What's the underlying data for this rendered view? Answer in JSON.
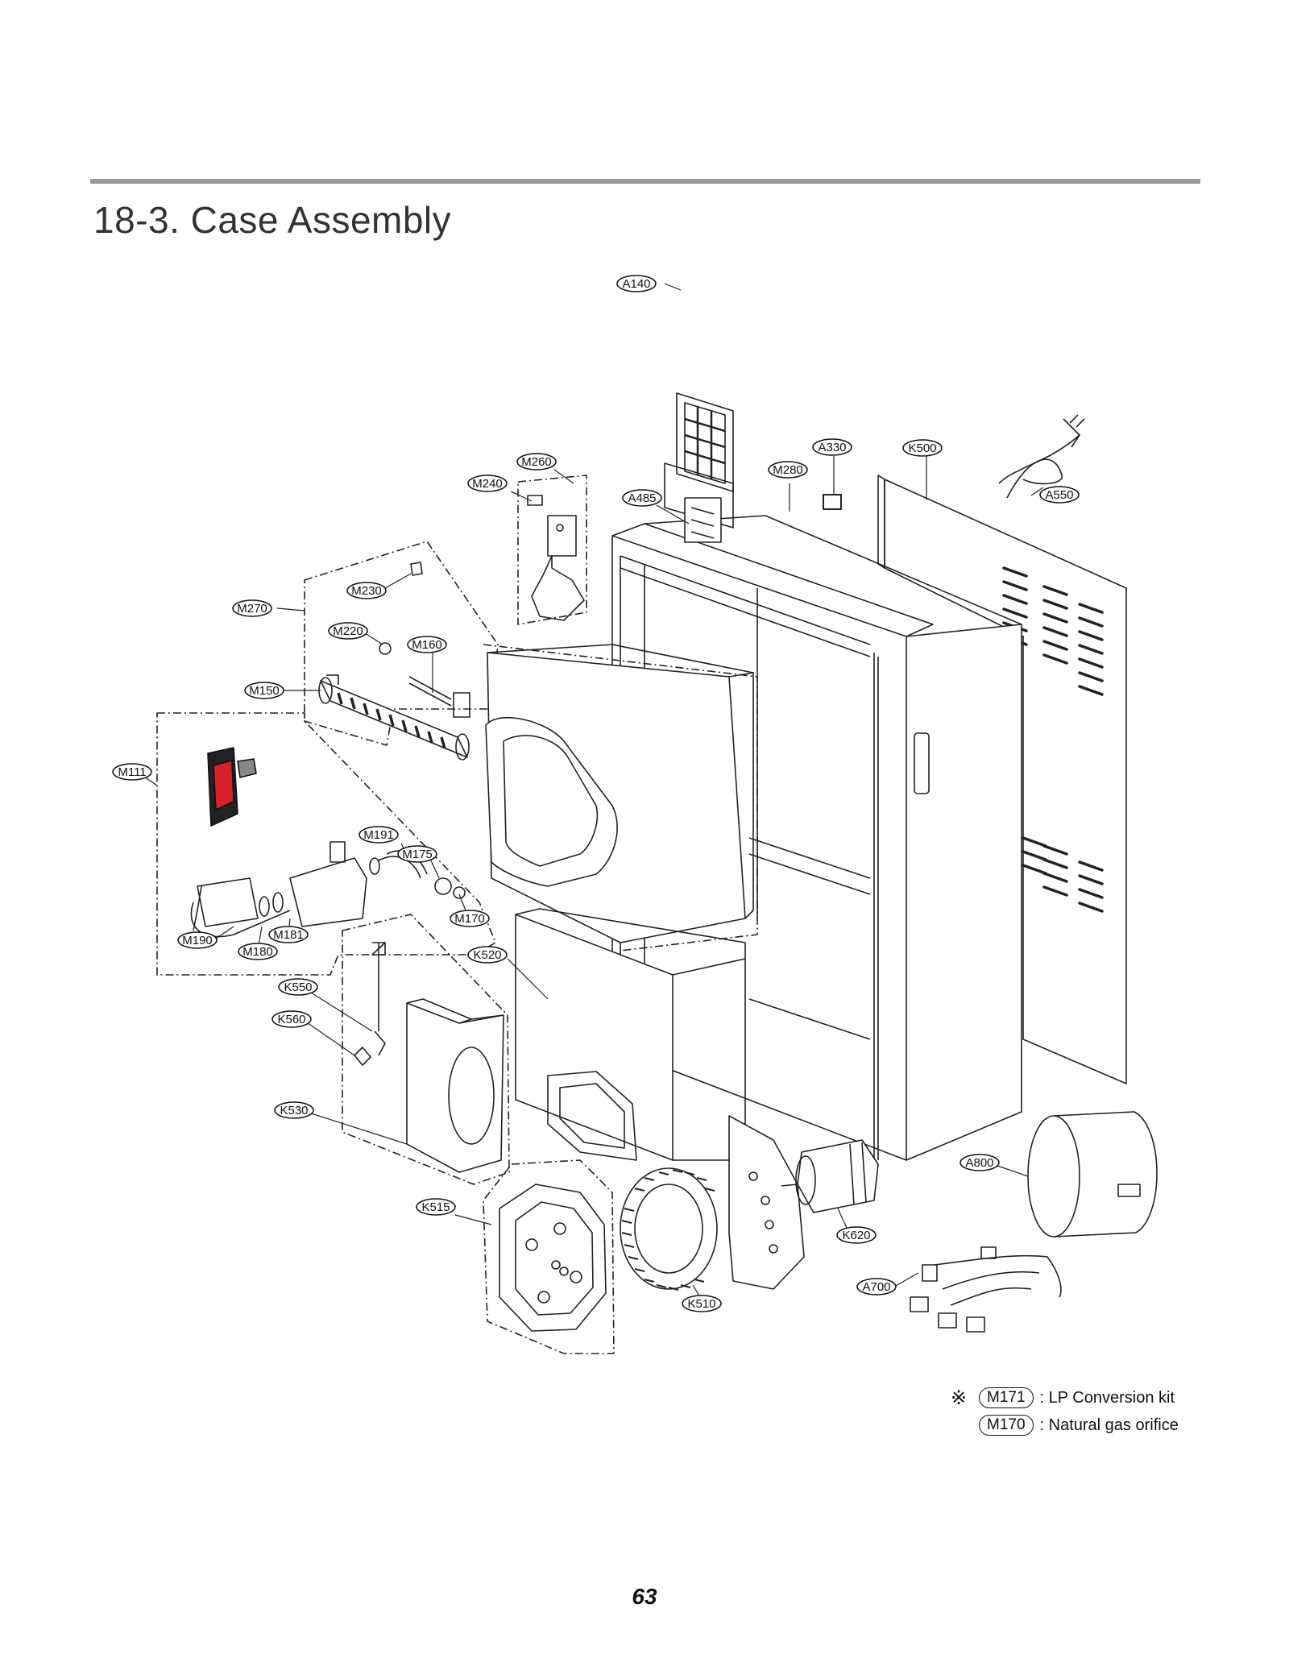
{
  "section_title": "18-3. Case Assembly",
  "page_number": "63",
  "part_labels": [
    {
      "code": "A140"
    },
    {
      "code": "A330"
    },
    {
      "code": "K500"
    },
    {
      "code": "M260"
    },
    {
      "code": "M280"
    },
    {
      "code": "M240"
    },
    {
      "code": "A485"
    },
    {
      "code": "A550"
    },
    {
      "code": "M230"
    },
    {
      "code": "M270"
    },
    {
      "code": "M220"
    },
    {
      "code": "M160"
    },
    {
      "code": "M150"
    },
    {
      "code": "M111"
    },
    {
      "code": "M191"
    },
    {
      "code": "M175"
    },
    {
      "code": "M170"
    },
    {
      "code": "M190"
    },
    {
      "code": "M181"
    },
    {
      "code": "M180"
    },
    {
      "code": "K520"
    },
    {
      "code": "K550"
    },
    {
      "code": "K560"
    },
    {
      "code": "K530"
    },
    {
      "code": "A800"
    },
    {
      "code": "K515"
    },
    {
      "code": "K620"
    },
    {
      "code": "A700"
    },
    {
      "code": "K510"
    }
  ],
  "legend": {
    "mark": "※",
    "items": [
      {
        "code": "M171",
        "description": ": LP Conversion kit"
      },
      {
        "code": "M170",
        "description": ": Natural gas orifice"
      }
    ]
  },
  "colors": {
    "rule": "#9a9a9a",
    "line": "#222222",
    "accent_red": "#d4212a"
  }
}
